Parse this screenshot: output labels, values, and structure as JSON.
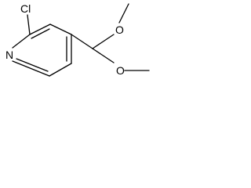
{
  "structure": {
    "atoms": {
      "chlorine": "Cl",
      "ring_nitrogen": "N",
      "upper_oxygen": "O",
      "lower_oxygen": "O"
    }
  }
}
